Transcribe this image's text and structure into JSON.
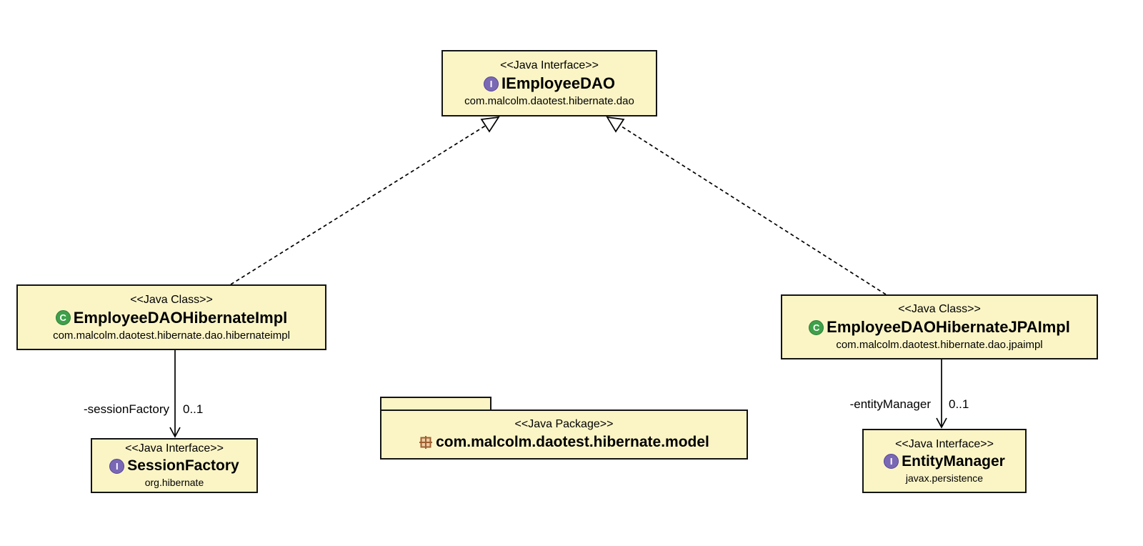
{
  "canvas": {
    "background": "#ffffff"
  },
  "palette": {
    "node_fill": "#FBF5C6",
    "node_border": "#141414",
    "line_color": "#000000",
    "interface_icon_fill": "#7A68B5",
    "interface_icon_border": "#54459B",
    "class_icon_fill": "#3FA04A",
    "class_icon_border": "#2E7D38",
    "package_icon_stroke": "#9F5F2F",
    "package_icon_fill": "#EACDA4"
  },
  "icons": {
    "interface_letter": "I",
    "class_letter": "C"
  },
  "nodes": {
    "iEmployeeDAO": {
      "stereotype": "<<Java Interface>>",
      "name": "IEmployeeDAO",
      "package": "com.malcolm.daotest.hibernate.dao"
    },
    "employeeDAOHibernateImpl": {
      "stereotype": "<<Java Class>>",
      "name": "EmployeeDAOHibernateImpl",
      "package": "com.malcolm.daotest.hibernate.dao.hibernateimpl"
    },
    "employeeDAOHibernateJPAImpl": {
      "stereotype": "<<Java Class>>",
      "name": "EmployeeDAOHibernateJPAImpl",
      "package": "com.malcolm.daotest.hibernate.dao.jpaimpl"
    },
    "sessionFactory": {
      "stereotype": "<<Java Interface>>",
      "name": "SessionFactory",
      "package": "org.hibernate"
    },
    "entityManager": {
      "stereotype": "<<Java Interface>>",
      "name": "EntityManager",
      "package": "javax.persistence"
    },
    "modelPackage": {
      "stereotype": "<<Java Package>>",
      "name": "com.malcolm.daotest.hibernate.model"
    }
  },
  "edges": {
    "sessionFactory": {
      "label": "-sessionFactory",
      "multiplicity": "0..1"
    },
    "entityManager": {
      "label": "-entityManager",
      "multiplicity": "0..1"
    }
  }
}
